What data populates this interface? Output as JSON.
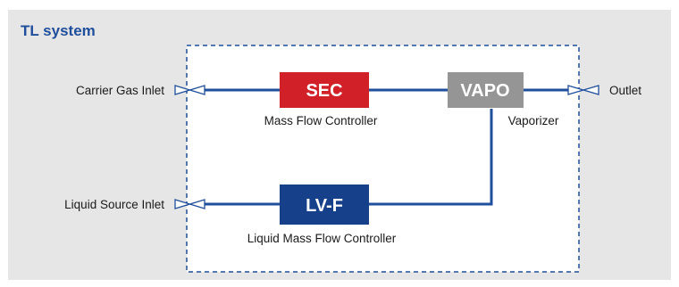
{
  "title": "TL system",
  "inlets": {
    "carrier_gas": "Carrier Gas Inlet",
    "liquid_source": "Liquid Source Inlet",
    "outlet": "Outlet"
  },
  "blocks": {
    "sec": {
      "label": "SEC",
      "caption": "Mass Flow Controller",
      "color": "#d22028"
    },
    "vapo": {
      "label": "VAPO",
      "caption": "Vaporizer",
      "color": "#959595"
    },
    "lvf": {
      "label": "LV-F",
      "caption": "Liquid Mass Flow Controller",
      "color": "#17408b"
    }
  },
  "colors": {
    "background": "#e6e6e6",
    "system_box": "#ffffff",
    "system_border": "#1f4e9c",
    "pipe": "#1f4e9c",
    "title": "#1f4e9c"
  }
}
